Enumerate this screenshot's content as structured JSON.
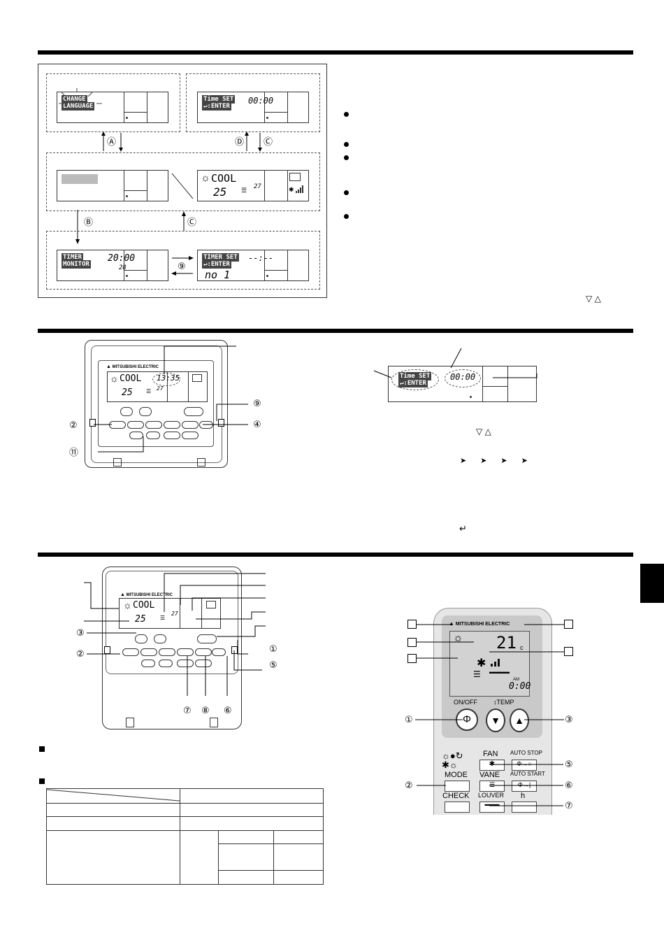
{
  "flow": {
    "lang_screen": {
      "line1": "CHANGE",
      "line2": "LANGUAGE"
    },
    "time_screen": {
      "line1": "Time SET",
      "line2": "↵:ENTER",
      "time": "00:00"
    },
    "normal_screen": {
      "mode": "COOL",
      "temp": "25",
      "room": "27"
    },
    "timer_monitor": {
      "line1": "TIMER",
      "line2": "MONITOR",
      "time": "20:00",
      "temp": "28"
    },
    "timer_set": {
      "line1": "TIMER SET",
      "line2": "↵:ENTER",
      "time": "--:--",
      "no": "no 1"
    },
    "arrows": {
      "a": "Ⓐ",
      "b": "Ⓑ",
      "c": "Ⓒ",
      "d": "Ⓓ",
      "c2": "Ⓒ",
      "nine": "⑨"
    },
    "updown": "▽   △"
  },
  "section2": {
    "brand": "MITSUBISHI ELECTRIC",
    "mode": "COOL",
    "clock": "13:35",
    "temp": "25",
    "room": "27",
    "callouts": {
      "c2": "②",
      "c4": "④",
      "c9": "⑨",
      "c11": "⑪"
    },
    "detail": {
      "line1": "Time SET",
      "line2": "↵:ENTER",
      "time": "00:00"
    },
    "updown": "▽   △",
    "enter_glyph": "↵"
  },
  "section3": {
    "brand": "MITSUBISHI ELECTRIC",
    "mode": "COOL",
    "temp": "25",
    "room": "27",
    "callouts": {
      "c1": "①",
      "c2": "②",
      "c3": "③",
      "c5": "⑤",
      "c6": "⑥",
      "c7": "⑦",
      "c8": "⑧"
    }
  },
  "remote": {
    "brand": "MITSUBISHI ELECTRIC",
    "temp": "21",
    "unit": "c",
    "am": "AM",
    "time": "0:00",
    "onoff": "ON/OFF",
    "temp_label": "TEMP",
    "fan": "FAN",
    "auto_stop": "AUTO STOP",
    "mode": "MODE",
    "vane": "VANE",
    "auto_start": "AUTO START",
    "check": "CHECK",
    "louver": "LOUVER",
    "h": "h",
    "callouts": {
      "c1": "①",
      "c2": "②",
      "c3": "③",
      "c5": "⑤",
      "c6": "⑥",
      "c7": "⑦"
    }
  },
  "colors": {
    "rule": "#000000",
    "tab": "#000000",
    "remote_body": "#e6e6e6"
  }
}
